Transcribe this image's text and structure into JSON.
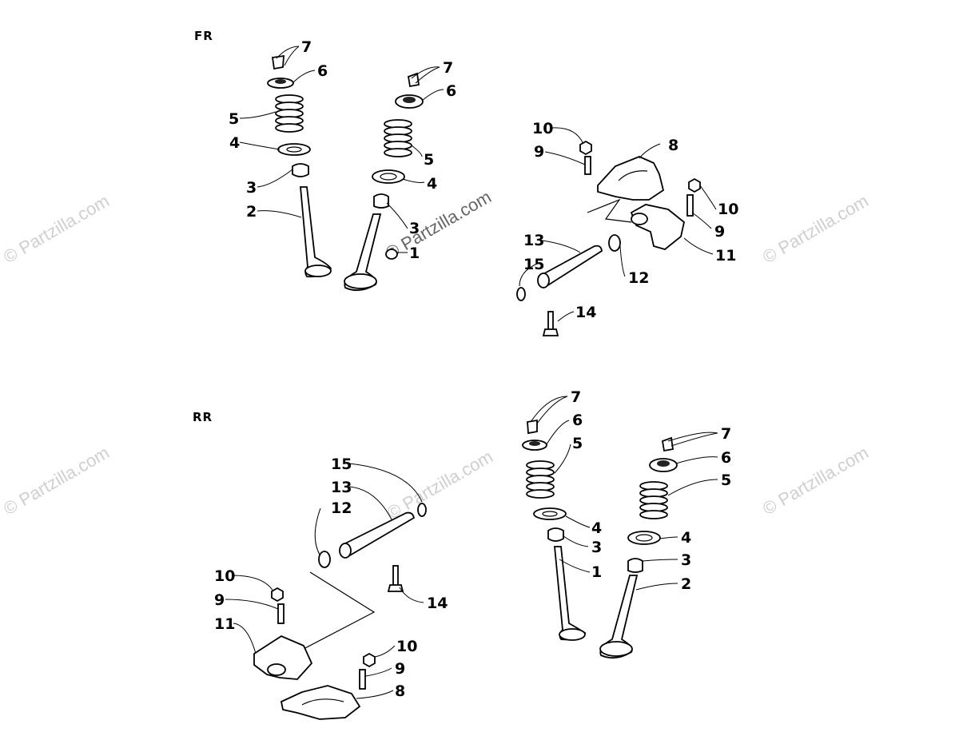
{
  "sections": {
    "front": "FR",
    "rear": "RR"
  },
  "watermark": "© Partzilla.com",
  "callouts": {
    "fr_in_7": "7",
    "fr_in_6": "6",
    "fr_in_5": "5",
    "fr_in_4": "4",
    "fr_in_3": "3",
    "fr_in_2": "2",
    "fr_ex_7": "7",
    "fr_ex_6": "6",
    "fr_ex_5": "5",
    "fr_ex_4": "4",
    "fr_ex_3": "3",
    "fr_ex_1": "1",
    "fr_rk_10a": "10",
    "fr_rk_9a": "9",
    "fr_rk_8": "8",
    "fr_rk_10b": "10",
    "fr_rk_9b": "9",
    "fr_rk_11": "11",
    "fr_rk_13": "13",
    "fr_rk_15": "15",
    "fr_rk_12": "12",
    "fr_rk_14": "14",
    "rr_rk_15": "15",
    "rr_rk_13": "13",
    "rr_rk_12": "12",
    "rr_rk_10a": "10",
    "rr_rk_9a": "9",
    "rr_rk_11": "11",
    "rr_rk_14": "14",
    "rr_rk_10b": "10",
    "rr_rk_9b": "9",
    "rr_rk_8": "8",
    "rr_in_7": "7",
    "rr_in_6": "6",
    "rr_in_5": "5",
    "rr_in_4": "4",
    "rr_in_3": "3",
    "rr_in_1": "1",
    "rr_ex_7": "7",
    "rr_ex_6": "6",
    "rr_ex_5": "5",
    "rr_ex_4": "4",
    "rr_ex_3": "3",
    "rr_ex_2": "2"
  }
}
